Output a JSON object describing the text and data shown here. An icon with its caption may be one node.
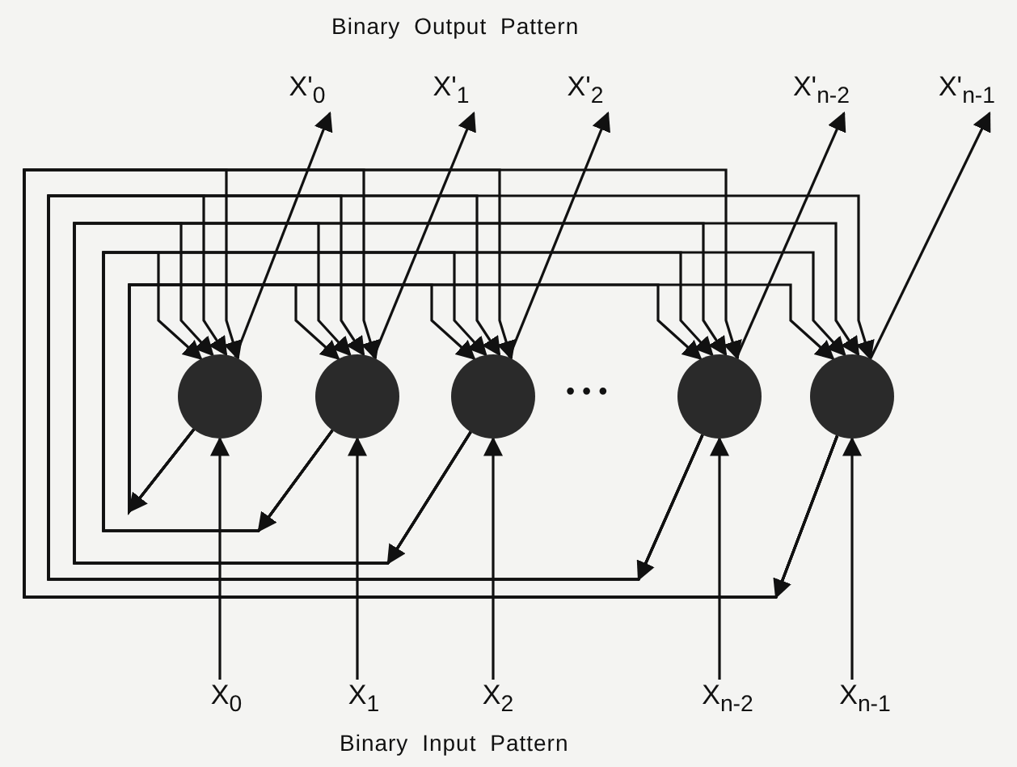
{
  "diagram": {
    "title": "Binary Output Pattern",
    "caption": "Binary Input Pattern",
    "nodes": [
      {
        "text": [
          "X'$_{0}$"
        ]
      },
      {
        "text": [
          "X'$_{1}$"
        ]
      },
      {
        "text": [
          "X'$_{2}$"
        ]
      },
      {
        "text": [
          "X'$_{n-2}$"
        ]
      },
      {
        "text": [
          "X'$_{n-1}$"
        ]
      },
      {
        "text": [],
        "shape": "circle"
      },
      {
        "text": [],
        "shape": "circle"
      },
      {
        "text": [],
        "shape": "circle"
      },
      {
        "text": [],
        "shape": "circle"
      },
      {
        "text": [],
        "shape": "circle"
      },
      {
        "text": [
          "X$_{0}$"
        ]
      },
      {
        "text": [
          "X$_{1}$"
        ]
      },
      {
        "text": [
          "X$_{2}$"
        ]
      },
      {
        "text": [
          "X$_{n-2}$"
        ]
      },
      {
        "text": [
          "X$_{n-1}$"
        ]
      }
    ],
    "edges": [
      {
        "from": 5,
        "to": 0,
        "arrow": "to"
      },
      {
        "from": 6,
        "to": 1,
        "arrow": "to"
      },
      {
        "from": 7,
        "to": 2,
        "arrow": "to"
      },
      {
        "from": 8,
        "to": 3,
        "arrow": "to"
      },
      {
        "from": 9,
        "to": 4,
        "arrow": "to"
      },
      {
        "from": 10,
        "to": 5,
        "arrow": "to"
      },
      {
        "from": 11,
        "to": 6,
        "arrow": "to"
      },
      {
        "from": 12,
        "to": 7,
        "arrow": "to"
      },
      {
        "from": 13,
        "to": 8,
        "arrow": "to"
      },
      {
        "from": 14,
        "to": 9,
        "arrow": "to"
      },
      {
        "from": 5,
        "to": 6,
        "arrow": "to"
      },
      {
        "from": 5,
        "to": 7,
        "arrow": "to"
      },
      {
        "from": 5,
        "to": 8,
        "arrow": "to"
      },
      {
        "from": 5,
        "to": 9,
        "arrow": "to"
      },
      {
        "from": 6,
        "to": 5,
        "arrow": "to"
      },
      {
        "from": 6,
        "to": 7,
        "arrow": "to"
      },
      {
        "from": 6,
        "to": 8,
        "arrow": "to"
      },
      {
        "from": 6,
        "to": 9,
        "arrow": "to"
      },
      {
        "from": 7,
        "to": 5,
        "arrow": "to"
      },
      {
        "from": 7,
        "to": 6,
        "arrow": "to"
      },
      {
        "from": 7,
        "to": 8,
        "arrow": "to"
      },
      {
        "from": 7,
        "to": 9,
        "arrow": "to"
      },
      {
        "from": 8,
        "to": 5,
        "arrow": "to"
      },
      {
        "from": 8,
        "to": 6,
        "arrow": "to"
      },
      {
        "from": 8,
        "to": 7,
        "arrow": "to"
      },
      {
        "from": 8,
        "to": 9,
        "arrow": "to"
      },
      {
        "from": 9,
        "to": 5,
        "arrow": "to"
      },
      {
        "from": 9,
        "to": 6,
        "arrow": "to"
      },
      {
        "from": 9,
        "to": 7,
        "arrow": "to"
      },
      {
        "from": 9,
        "to": 8,
        "arrow": "to"
      }
    ],
    "labels": [
      "• • •"
    ]
  }
}
